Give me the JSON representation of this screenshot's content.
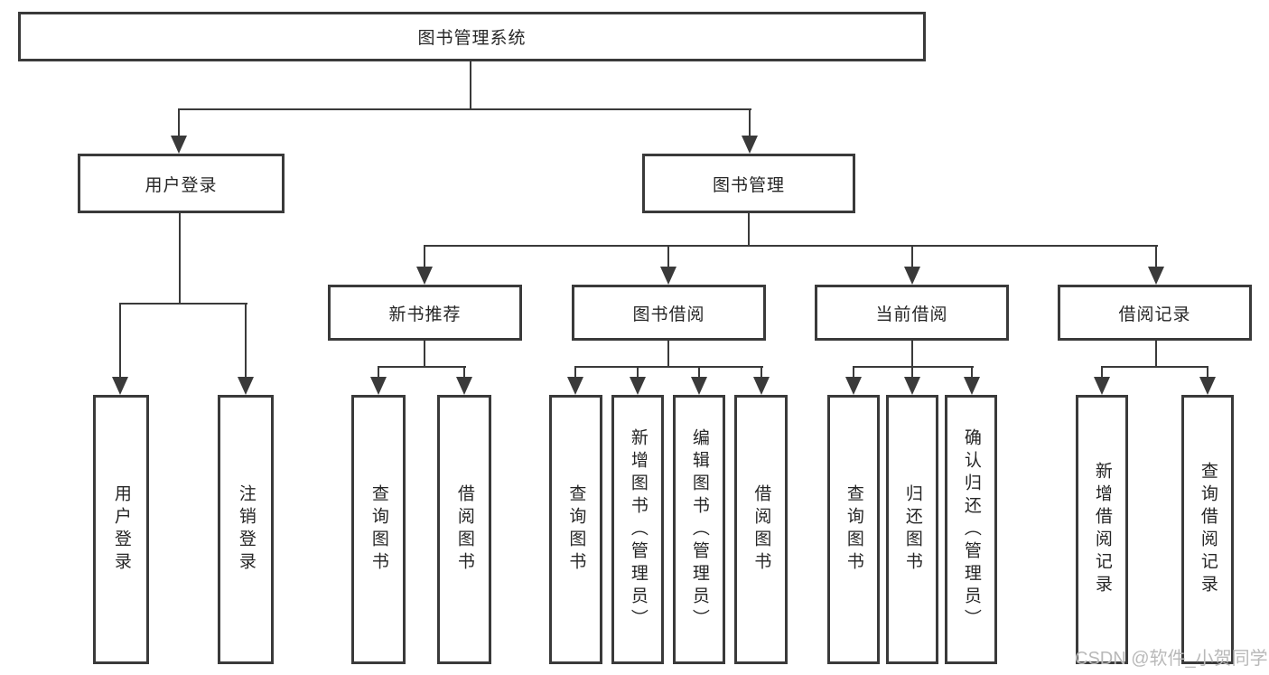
{
  "nodes": {
    "root": "图书管理系统",
    "level2": {
      "user_login": "用户登录",
      "book_mgmt": "图书管理"
    },
    "level3": {
      "new_book_rec": "新书推荐",
      "book_borrow": "图书借阅",
      "current_borrow": "当前借阅",
      "borrow_records": "借阅记录"
    },
    "leaves": {
      "user_login": "用户登录",
      "logout": "注销登录",
      "query_book_1": "查询图书",
      "borrow_book_1": "借阅图书",
      "query_book_2": "查询图书",
      "add_book_admin": "新增图书（管理员）",
      "edit_book_admin": "编辑图书（管理员）",
      "borrow_book_2": "借阅图书",
      "query_book_3": "查询图书",
      "return_book": "归还图书",
      "confirm_return_admin": "确认归还（管理员）",
      "add_borrow_record": "新增借阅记录",
      "query_borrow_record": "查询借阅记录"
    }
  },
  "watermark": "CSDN @软件_小贺同学",
  "colors": {
    "line": "#3a3a3a",
    "text": "#262626",
    "watermark": "#b9b9b9",
    "background": "#ffffff"
  }
}
